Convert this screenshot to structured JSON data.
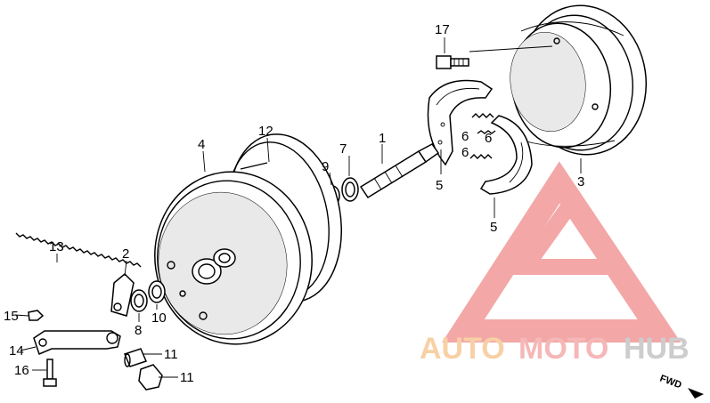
{
  "diagram": {
    "callouts": [
      {
        "id": "c1",
        "label": "1"
      },
      {
        "id": "c2",
        "label": "2"
      },
      {
        "id": "c3",
        "label": "3"
      },
      {
        "id": "c4",
        "label": "4"
      },
      {
        "id": "c5a",
        "label": "5"
      },
      {
        "id": "c5b",
        "label": "5"
      },
      {
        "id": "c6a",
        "label": "6"
      },
      {
        "id": "c6b",
        "label": "6"
      },
      {
        "id": "c6c",
        "label": "6"
      },
      {
        "id": "c7",
        "label": "7"
      },
      {
        "id": "c8",
        "label": "8"
      },
      {
        "id": "c9",
        "label": "9"
      },
      {
        "id": "c10",
        "label": "10"
      },
      {
        "id": "c11a",
        "label": "11"
      },
      {
        "id": "c11b",
        "label": "11"
      },
      {
        "id": "c12",
        "label": "12"
      },
      {
        "id": "c13",
        "label": "13"
      },
      {
        "id": "c14",
        "label": "14"
      },
      {
        "id": "c15",
        "label": "15"
      },
      {
        "id": "c16",
        "label": "16"
      },
      {
        "id": "c17",
        "label": "17"
      }
    ],
    "fwd_label": "FWD"
  },
  "watermark": {
    "part1": "AUTO",
    "part2": "MOTO",
    "part3": "HUB",
    "colors": {
      "auto": "#f6c189",
      "moto": "#f2a0a0",
      "hub": "#bdbdbd",
      "triangle": "#f08a8a"
    }
  }
}
